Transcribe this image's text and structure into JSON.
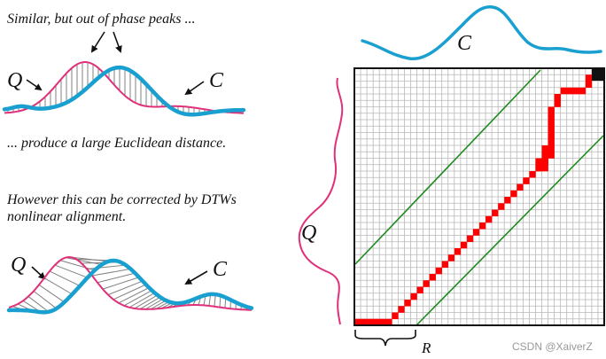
{
  "captions": {
    "top": "Similar, but out of phase peaks ...",
    "middle": "... produce a large Euclidean distance.",
    "bottom_line1": "However this can be corrected by DTWs",
    "bottom_line2": "nonlinear alignment."
  },
  "labels": {
    "q_top": "Q",
    "c_top": "C",
    "q_bottom": "Q",
    "c_bottom": "C",
    "c_matrix": "C",
    "q_matrix": "Q",
    "r_matrix": "R"
  },
  "watermark": "CSDN @XaiverZ",
  "colors": {
    "series_c": "#1aa0d0",
    "series_q": "#e0307a",
    "hatch": "#808080",
    "warp_path": "#ff0000",
    "band": "#1e8a1e",
    "grid": "#b8b8b8"
  },
  "icons": [
    "arrow-icon",
    "brace-icon"
  ]
}
